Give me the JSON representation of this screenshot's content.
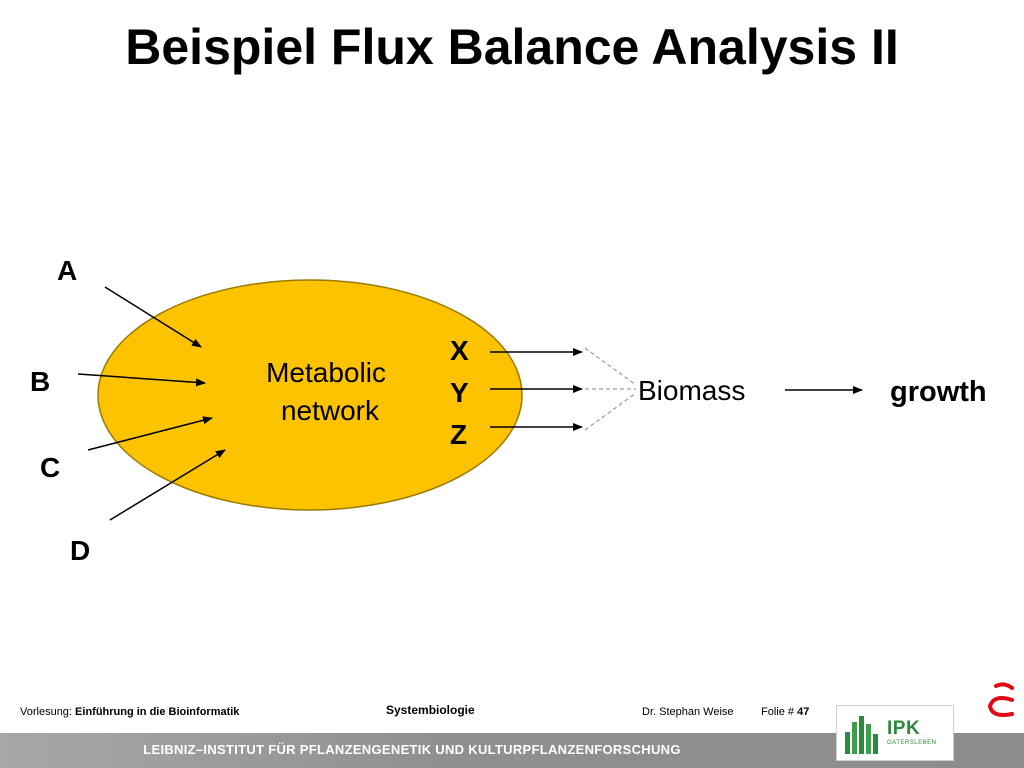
{
  "slide": {
    "title": "Beispiel Flux Balance Analysis II"
  },
  "diagram": {
    "node_label_line1": "Metabolic",
    "node_label_line2": "network",
    "inputs": [
      "A",
      "B",
      "C",
      "D"
    ],
    "outputs": [
      "X",
      "Y",
      "Z"
    ],
    "biomass_label": "Biomass",
    "growth_label": "growth",
    "node_color": "#fdc300"
  },
  "footer": {
    "lecture_prefix": "Vorlesung:",
    "lecture_name": "Einführung in die Bioinformatik",
    "topic": "Systembiologie",
    "author": "Dr. Stephan Weise",
    "slide_prefix": "Folie #",
    "slide_number": "47",
    "institute": "LEIBNIZ–INSTITUT FÜR PFLANZENGENETIK UND KULTURPFLANZENFORSCHUNG",
    "logo_text": "IPK",
    "logo_subtext": "GATERSLEBEN",
    "accent_color": "#e30613",
    "logo_green": "#2b8a3e"
  }
}
